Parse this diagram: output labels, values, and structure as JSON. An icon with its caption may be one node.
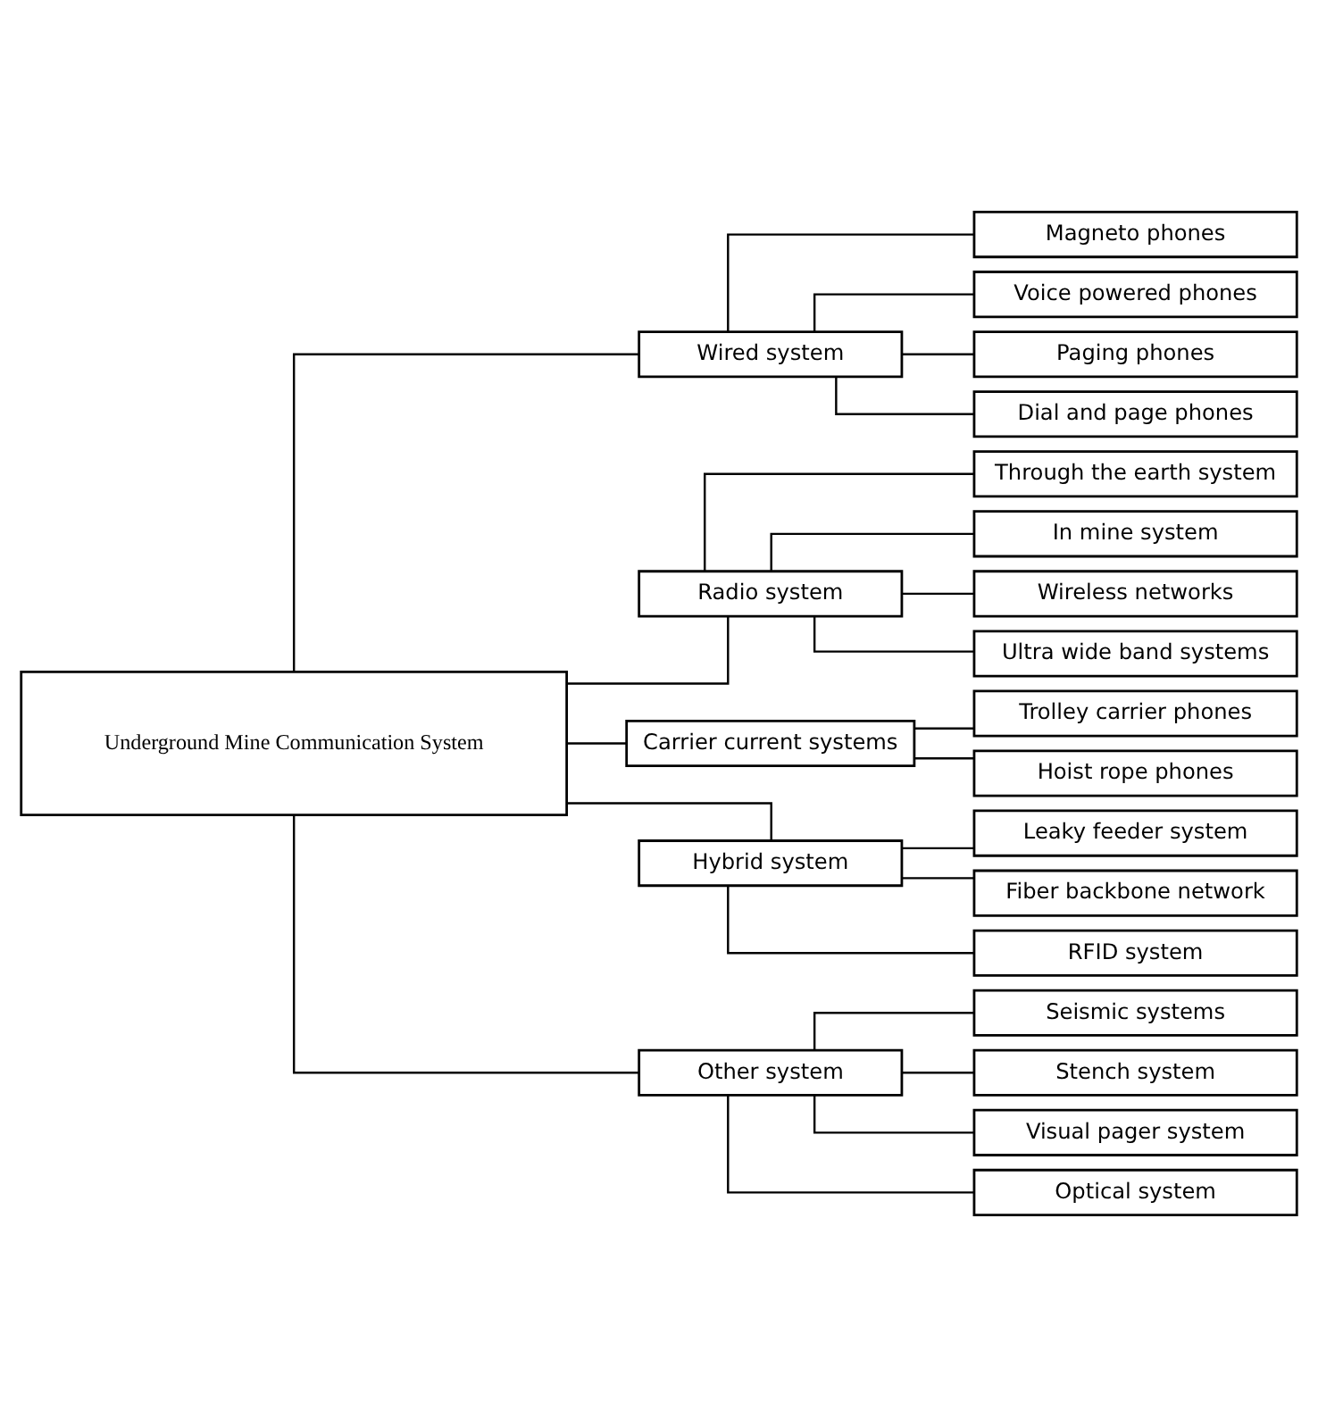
{
  "diagram": {
    "nodes": [
      {
        "text": [
          "Underground Mine Communication System"
        ]
      },
      {
        "text": [
          "Wired system"
        ]
      },
      {
        "text": [
          "Magneto phones"
        ]
      },
      {
        "text": [
          "Voice powered phones"
        ]
      },
      {
        "text": [
          "Paging phones"
        ]
      },
      {
        "text": [
          "Dial and page phones"
        ]
      },
      {
        "text": [
          "Radio system"
        ]
      },
      {
        "text": [
          "Through the earth system"
        ]
      },
      {
        "text": [
          "In mine system"
        ]
      },
      {
        "text": [
          "Wireless networks"
        ]
      },
      {
        "text": [
          "Ultra wide band systems"
        ]
      },
      {
        "text": [
          "Carrier current systems"
        ]
      },
      {
        "text": [
          "Trolley carrier phones"
        ]
      },
      {
        "text": [
          "Hoist rope phones"
        ]
      },
      {
        "text": [
          "Hybrid system"
        ]
      },
      {
        "text": [
          "Leaky feeder system"
        ]
      },
      {
        "text": [
          "Fiber backbone network"
        ]
      },
      {
        "text": [
          "RFID system"
        ]
      },
      {
        "text": [
          "Other system"
        ]
      },
      {
        "text": [
          "Seismic systems"
        ]
      },
      {
        "text": [
          "Stench system"
        ]
      },
      {
        "text": [
          "Visual pager system"
        ]
      },
      {
        "text": [
          "Optical system"
        ]
      }
    ],
    "edges": [
      {
        "from": 0,
        "to": 1,
        "arrow": "none"
      },
      {
        "from": 0,
        "to": 6,
        "arrow": "none"
      },
      {
        "from": 0,
        "to": 11,
        "arrow": "none"
      },
      {
        "from": 0,
        "to": 14,
        "arrow": "none"
      },
      {
        "from": 0,
        "to": 18,
        "arrow": "none"
      },
      {
        "from": 1,
        "to": 2,
        "arrow": "none"
      },
      {
        "from": 1,
        "to": 3,
        "arrow": "none"
      },
      {
        "from": 1,
        "to": 4,
        "arrow": "none"
      },
      {
        "from": 1,
        "to": 5,
        "arrow": "none"
      },
      {
        "from": 6,
        "to": 7,
        "arrow": "none"
      },
      {
        "from": 6,
        "to": 8,
        "arrow": "none"
      },
      {
        "from": 6,
        "to": 9,
        "arrow": "none"
      },
      {
        "from": 6,
        "to": 10,
        "arrow": "none"
      },
      {
        "from": 11,
        "to": 12,
        "arrow": "none"
      },
      {
        "from": 11,
        "to": 13,
        "arrow": "none"
      },
      {
        "from": 14,
        "to": 15,
        "arrow": "none"
      },
      {
        "from": 14,
        "to": 16,
        "arrow": "none"
      },
      {
        "from": 14,
        "to": 17,
        "arrow": "none"
      },
      {
        "from": 18,
        "to": 19,
        "arrow": "none"
      },
      {
        "from": 18,
        "to": 20,
        "arrow": "none"
      },
      {
        "from": 18,
        "to": 21,
        "arrow": "none"
      },
      {
        "from": 18,
        "to": 22,
        "arrow": "none"
      }
    ]
  }
}
